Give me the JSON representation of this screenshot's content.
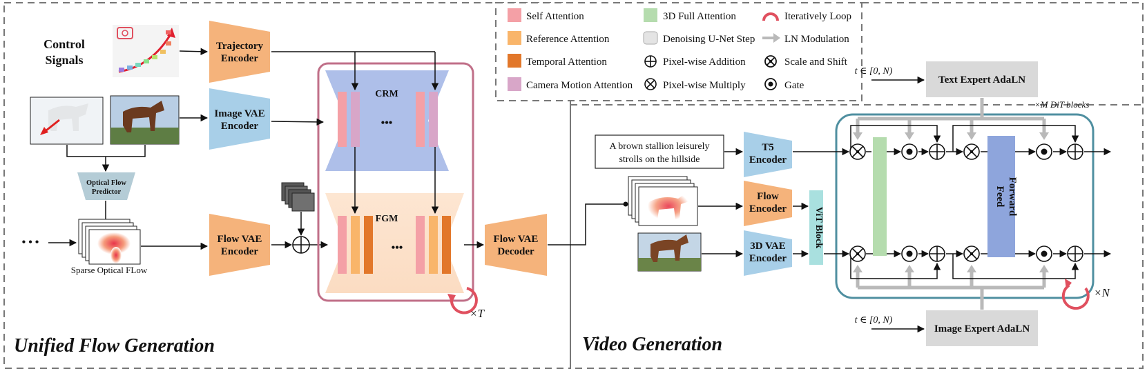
{
  "control_signals": {
    "line1": "Control",
    "line2": "Signals"
  },
  "trajectory_encoder": {
    "line1": "Trajectory",
    "line2": "Encoder"
  },
  "image_vae_encoder": {
    "line1": "Image VAE",
    "line2": "Encoder"
  },
  "optical_flow_predictor": {
    "line1": "Optical Flow",
    "line2": "Predictor"
  },
  "sparse_optical_flow": "Sparse Optical FLow",
  "flow_vae_encoder": {
    "line1": "Flow VAE",
    "line2": "Encoder"
  },
  "crm": "CRM",
  "fgm": "FGM",
  "ellipsis": "•••",
  "left_dots": "• • •",
  "times_t": "×T",
  "flow_vae_decoder": {
    "line1": "Flow VAE",
    "line2": "Decoder"
  },
  "legend": {
    "self_attention": "Self Attention",
    "reference_attention": "Reference Attention",
    "temporal_attention": "Temporal Attention",
    "camera_motion_attention": "Camera Motion Attention",
    "full_attention_3d": "3D Full Attention",
    "denoising_unet_step": "Denoising U-Net Step",
    "pixel_wise_addition": "Pixel-wise Addition",
    "pixel_wise_multiply": "Pixel-wise Multiply",
    "iteratively_loop": "Iteratively Loop",
    "ln_modulation": "LN Modulation",
    "scale_and_shift": "Scale and Shift",
    "gate": "Gate"
  },
  "text_prompt": {
    "line1": "A brown stallion leisurely",
    "line2": "strolls on the hillside"
  },
  "t5_encoder": {
    "line1": "T5",
    "line2": "Encoder"
  },
  "flow_encoder": {
    "line1": "Flow",
    "line2": "Encoder"
  },
  "vae_encoder_3d": {
    "line1": "3D VAE",
    "line2": "Encoder"
  },
  "vit_block": "ViT Block",
  "t_range_top": "t ∈ [0, N)",
  "t_range_bottom": "t ∈ [0, N)",
  "text_expert_adaln": "Text Expert AdaLN",
  "image_expert_adaln": "Image Expert AdaLN",
  "dit_blocks": "×M DiT blocks",
  "feed_forward": {
    "line1": "Feed",
    "line2": "Forward"
  },
  "times_n": "×N",
  "section_left": "Unified Flow Generation",
  "section_right": "Video Generation",
  "colors": {
    "self_attention": "#f4a0a6",
    "reference_attention": "#f9b56a",
    "temporal_attention": "#e2772a",
    "camera_motion_attention": "#d8a6c8",
    "full_attention_3d": "#b5dcae",
    "encoder_orange": "#f5b37b",
    "encoder_blue": "#a8cfe8",
    "feed_forward": "#8ea5dc",
    "loop_red": "#e0505f",
    "gray_box": "#d9d9d9"
  }
}
